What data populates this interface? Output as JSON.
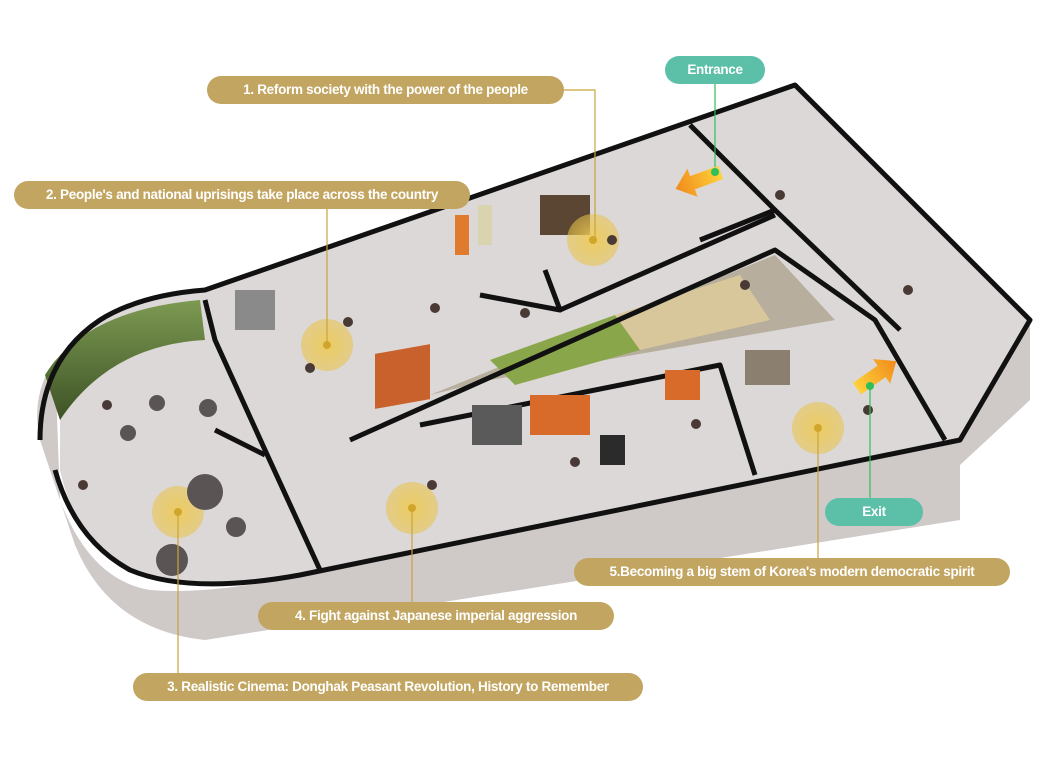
{
  "labels": {
    "entrance": "Entrance",
    "exit": "Exit",
    "zone1": "1. Reform society with the power of the people",
    "zone2": "2. People's and national uprisings take place across the country",
    "zone3": "3. Realistic Cinema: Donghak Peasant Revolution, History to Remember",
    "zone4": "4. Fight against Japanese imperial aggression",
    "zone5": "5.Becoming a big stem of Korea's modern democratic spirit"
  },
  "colors": {
    "zone_label": "#c2a561",
    "door_label": "#5cbfa8",
    "marker": "#e8c24a",
    "leader_gold": "#c9a43c",
    "leader_green": "#2fbf5a",
    "arrow": "#f5a623",
    "wall": "#111111",
    "floor": "#d9d5d4",
    "forest": "#5f7a3a",
    "grass": "#8aa64a",
    "mat": "#d8c79a"
  }
}
